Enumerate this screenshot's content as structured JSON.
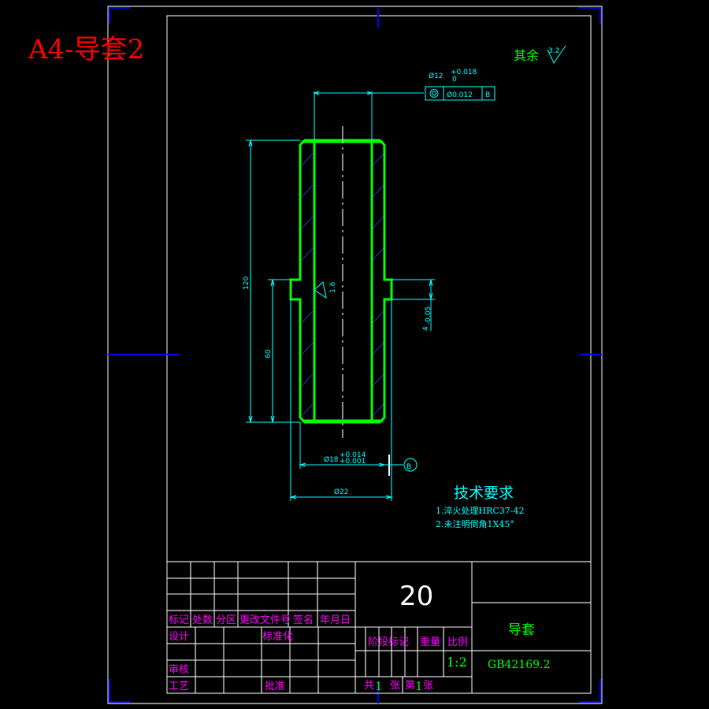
{
  "sheet_title": "A4-导套2",
  "surface_finish": {
    "prefix": "其余",
    "value": "3.2"
  },
  "dimensions": {
    "bore_diameter": "Ø12",
    "bore_tol_upper": "+0.018",
    "bore_tol_lower": "0",
    "concentricity": "Ø0.012",
    "datum": "B",
    "total_length": "120",
    "lower_length": "60",
    "flange_thickness": "4",
    "flange_tol": "-0.05",
    "roughness_inner": "1.6",
    "shaft_diameter": "Ø18",
    "shaft_tol_upper": "+0.014",
    "shaft_tol_lower": "+0.001",
    "flange_diameter": "Ø22"
  },
  "tech_requirements": {
    "title": "技术要求",
    "items": [
      "1.淬火处理HRC37-42",
      "2.未注明倒角1X45°"
    ]
  },
  "title_block": {
    "part_no": "20",
    "part_name": "导套",
    "drawing_code": "GB42169.2",
    "scale_value": "1:2",
    "headers": [
      "标记",
      "处数",
      "分区",
      "更改文件号",
      "签名",
      "年月日"
    ],
    "row_design": "设计",
    "row_standard": "标准化",
    "row_review": "审核",
    "row_process": "工艺",
    "row_approve": "批准",
    "stage_mark": "阶段标记",
    "weight": "重量",
    "scale": "比例",
    "sheets_total_label": "共",
    "sheets_total": "1",
    "sheets_unit": "张",
    "sheet_no_label": "第",
    "sheet_no": "1",
    "sheet_unit2": "张"
  }
}
